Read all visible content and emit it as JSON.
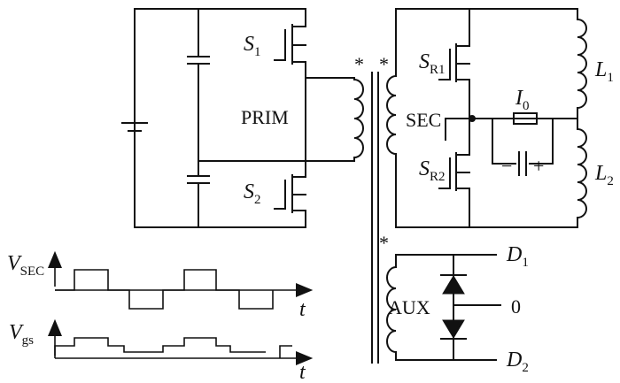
{
  "labels": {
    "prim": "PRIM",
    "sec": "SEC",
    "aux": "AUX",
    "star": "*",
    "zero": "0",
    "minus": "−",
    "plus": "+",
    "s1_main": "S",
    "s1_sub": "1",
    "s2_main": "S",
    "s2_sub": "2",
    "sr1_main": "S",
    "sr1_sub": "R1",
    "sr2_main": "S",
    "sr2_sub": "R2",
    "l1_main": "L",
    "l1_sub": "1",
    "l2_main": "L",
    "l2_sub": "2",
    "i0_main": "I",
    "i0_sub": "0",
    "d1_main": "D",
    "d1_sub": "1",
    "d2_main": "D",
    "d2_sub": "2",
    "vsec_main": "V",
    "vsec_sub": "SEC",
    "vgs_main": "V",
    "vgs_sub": "gs",
    "t_axis": "t"
  }
}
